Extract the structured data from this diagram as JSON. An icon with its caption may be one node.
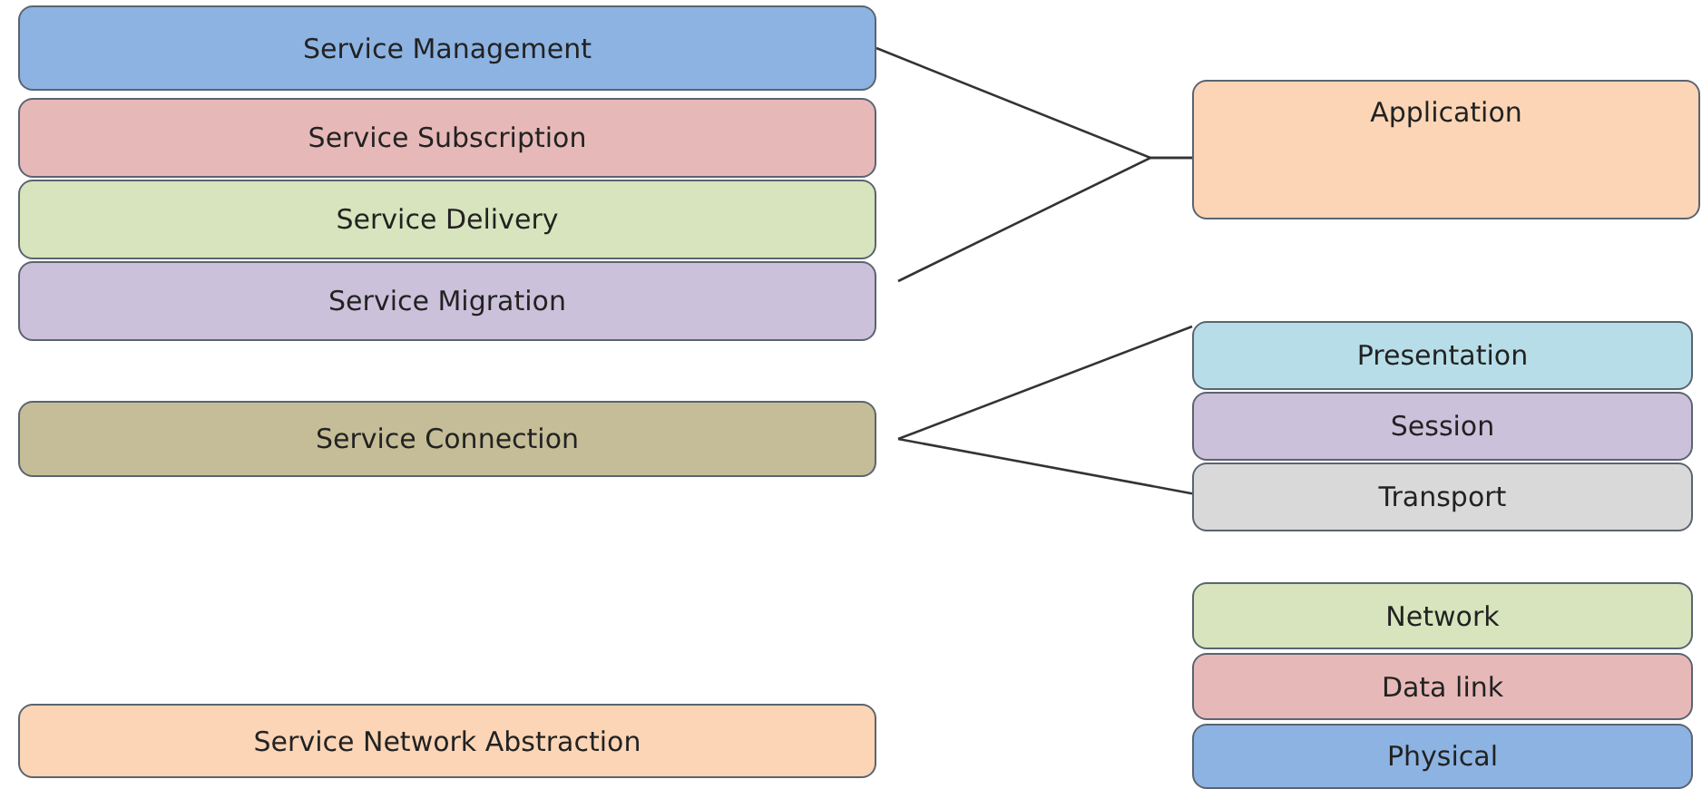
{
  "diagram": {
    "nodes": [
      {
        "text": [
          "Service Management"
        ]
      },
      {
        "text": [
          "Service Subscription"
        ]
      },
      {
        "text": [
          "Service Delivery"
        ]
      },
      {
        "text": [
          "Service Migration"
        ]
      },
      {
        "text": [
          "Service Connection"
        ]
      },
      {
        "text": [
          "Service Network Abstraction"
        ]
      },
      {
        "text": [
          "Application"
        ]
      },
      {
        "text": [
          "Presentation"
        ]
      },
      {
        "text": [
          "Session"
        ]
      },
      {
        "text": [
          "Transport"
        ]
      },
      {
        "text": [
          "Network"
        ]
      },
      {
        "text": [
          "Data link"
        ]
      },
      {
        "text": [
          "Physical"
        ]
      }
    ],
    "edges": [
      {
        "from": 0,
        "to": 6,
        "arrow": "none"
      },
      {
        "from": 3,
        "to": 6,
        "arrow": "none"
      },
      {
        "from": 4,
        "to": 7,
        "arrow": "none"
      },
      {
        "from": 4,
        "to": 9,
        "arrow": "none"
      }
    ]
  }
}
